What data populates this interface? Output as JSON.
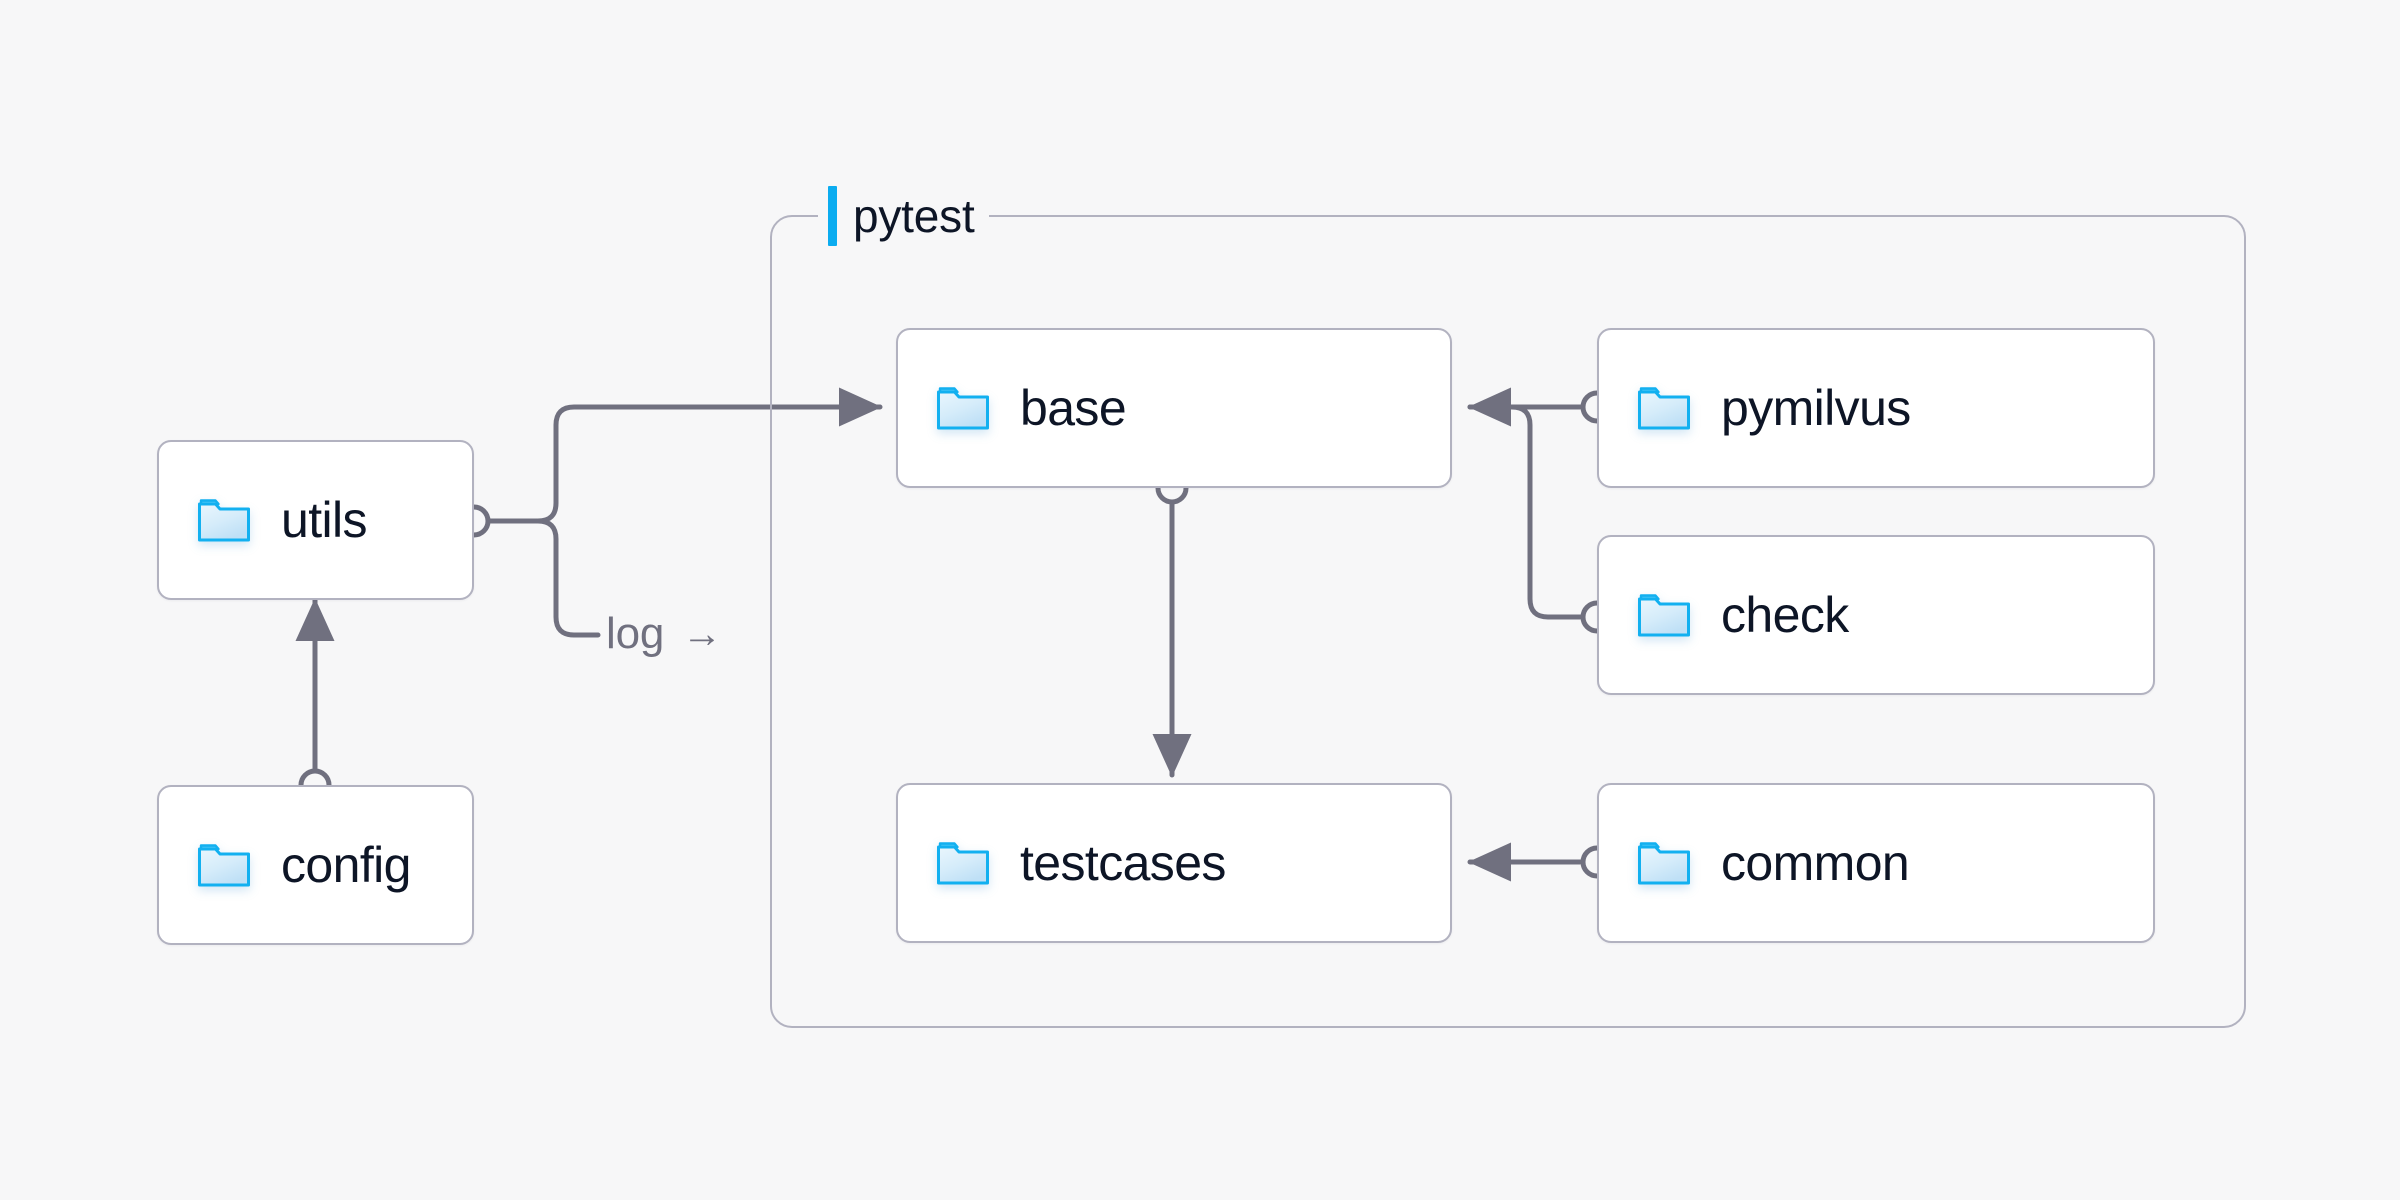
{
  "diagram": {
    "title": "pytest",
    "background_color": "#f7f7f8",
    "accent_color": "#0bacf0",
    "node_border_color": "#b2b2c0",
    "node_fill_color": "#ffffff",
    "edge_color": "#70707f",
    "text_color": "#0d1526"
  },
  "group": {
    "name": "pytest-group",
    "label": "pytest",
    "accent_icon": "accent-bar-icon"
  },
  "nodes": [
    {
      "id": "utils",
      "label": "utils",
      "icon": "folder-icon",
      "in_group": false
    },
    {
      "id": "config",
      "label": "config",
      "icon": "folder-icon",
      "in_group": false
    },
    {
      "id": "base",
      "label": "base",
      "icon": "folder-icon",
      "in_group": true
    },
    {
      "id": "testcases",
      "label": "testcases",
      "icon": "folder-icon",
      "in_group": true
    },
    {
      "id": "pymilvus",
      "label": "pymilvus",
      "icon": "folder-icon",
      "in_group": true
    },
    {
      "id": "check",
      "label": "check",
      "icon": "folder-icon",
      "in_group": true
    },
    {
      "id": "common",
      "label": "common",
      "icon": "folder-icon",
      "in_group": true
    }
  ],
  "edges": [
    {
      "id": "utils-base",
      "from": "utils",
      "to": "base",
      "label": ""
    },
    {
      "id": "utils-log",
      "from": "utils",
      "to": "pytest",
      "label": "log",
      "arrow_glyph": "→"
    },
    {
      "id": "config-utils",
      "from": "config",
      "to": "utils",
      "label": ""
    },
    {
      "id": "base-testcases",
      "from": "base",
      "to": "testcases",
      "label": ""
    },
    {
      "id": "pymilvus-base",
      "from": "pymilvus",
      "to": "base",
      "label": ""
    },
    {
      "id": "check-base",
      "from": "check",
      "to": "base",
      "label": ""
    },
    {
      "id": "common-testcases",
      "from": "common",
      "to": "testcases",
      "label": ""
    }
  ],
  "labels": {
    "log": "log",
    "log_arrow": "→"
  }
}
